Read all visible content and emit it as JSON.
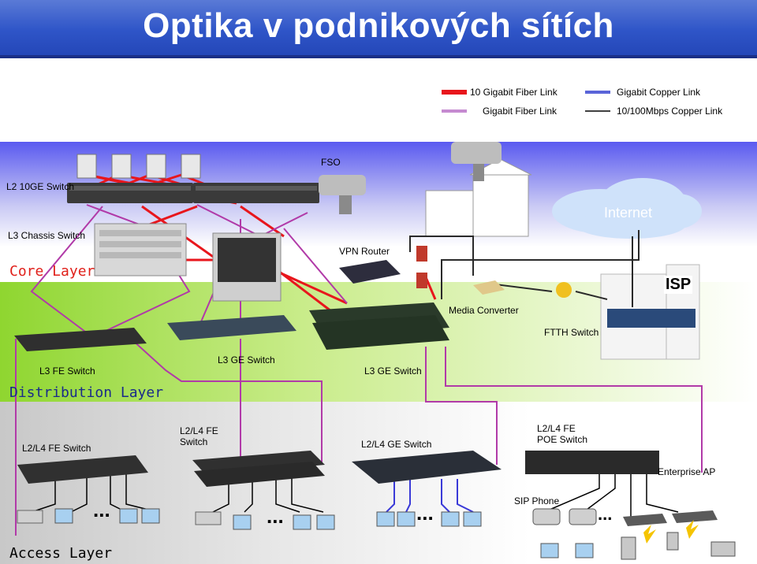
{
  "title": "Optika v podnikových sítích",
  "legend": {
    "ten_gig_fiber": "10 Gigabit Fiber Link",
    "gig_fiber": "Gigabit Fiber Link",
    "gig_copper": "Gigabit Copper Link",
    "fast_copper": "10/100Mbps Copper Link"
  },
  "layers": {
    "core": "Core Layer",
    "distribution": "Distribution Layer",
    "access": "Access Layer"
  },
  "labels": {
    "l2_10ge": "L2 10GE Switch",
    "l3_chassis": "L3 Chassis Switch",
    "fso": "FSO",
    "internet": "Internet",
    "vpn_router": "VPN Router",
    "isp": "ISP",
    "media_converter": "Media Converter",
    "ftth_switch": "FTTH Switch",
    "l3_fe": "L3 FE Switch",
    "l3_ge_left": "L3 GE Switch",
    "l3_ge_right": "L3 GE Switch",
    "l2l4_fe_1": "L2/L4 FE Switch",
    "l2l4_fe_2a": "L2/L4 FE",
    "l2l4_fe_2b": "Switch",
    "l2l4_ge": "L2/L4 GE Switch",
    "l2l4_poe_a": "L2/L4 FE",
    "l2l4_poe_b": "POE Switch",
    "enterprise_ap": "Enterprise AP",
    "sip_phone": "SIP Phone",
    "ellipsis1": "...",
    "ellipsis2": "...",
    "ellipsis3": "...",
    "ellipsis4": "..."
  },
  "colors": {
    "ten_gig_fiber": "#e8161c",
    "gig_fiber": "#b13aa8",
    "gig_copper": "#3a3ad8",
    "fast_copper": "#000000",
    "title_bg": "#2f55c8",
    "core_text": "#e0201a",
    "distribution_text": "#1a2b8a"
  }
}
